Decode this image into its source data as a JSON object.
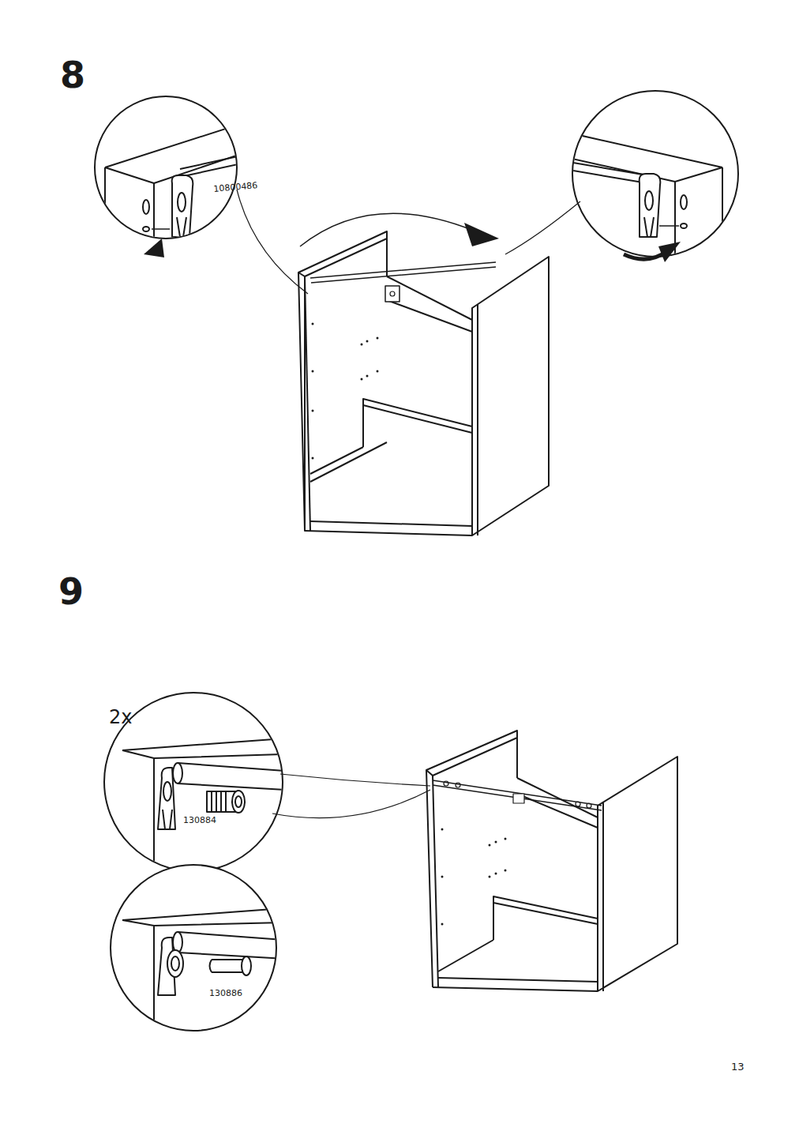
{
  "diagram": {
    "labels": [
      "8",
      "10800486",
      "9",
      "2x",
      "130884",
      "130886",
      "13"
    ]
  }
}
